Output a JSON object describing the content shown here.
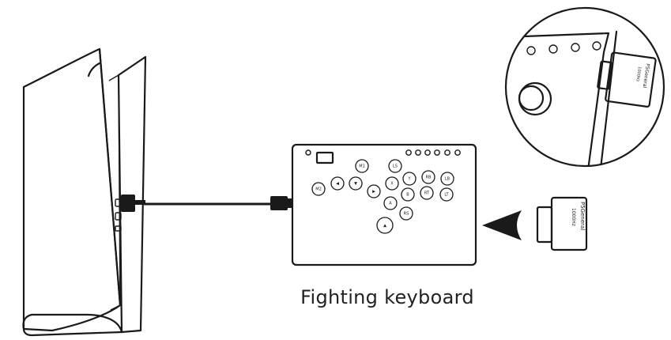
{
  "caption": "Fighting keyboard",
  "dongle": {
    "brand": "P5General",
    "rate": "1000Hz"
  },
  "buttons": {
    "m1": "M1",
    "m2": "M2",
    "left": "◀",
    "down": "▼",
    "right": "▶",
    "up": "▲",
    "ls": "LS",
    "x": "X",
    "y": "Y",
    "rb": "RB",
    "lb": "LB",
    "a": "A",
    "b": "B",
    "rt": "RT",
    "lt": "LT",
    "rs": "RS"
  },
  "colors": {
    "stroke": "#1a1a1a",
    "background": "#ffffff"
  }
}
